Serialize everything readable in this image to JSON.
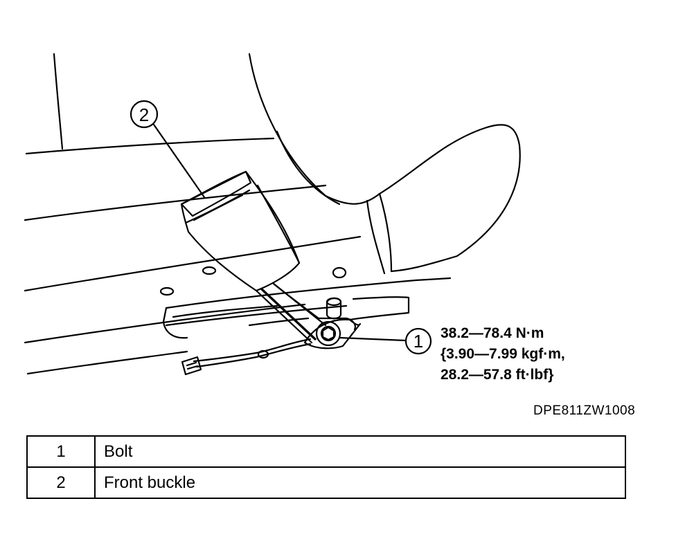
{
  "callouts": {
    "bolt_number": "1",
    "buckle_number": "2"
  },
  "torque_spec": {
    "line1": "38.2—78.4 N·m",
    "line2": "{3.90—7.99 kgf·m,",
    "line3": "28.2—57.8 ft·lbf}"
  },
  "figure_code": "DPE811ZW1008",
  "legend": {
    "rows": [
      {
        "number": "1",
        "label": "Bolt"
      },
      {
        "number": "2",
        "label": "Front buckle"
      }
    ]
  }
}
